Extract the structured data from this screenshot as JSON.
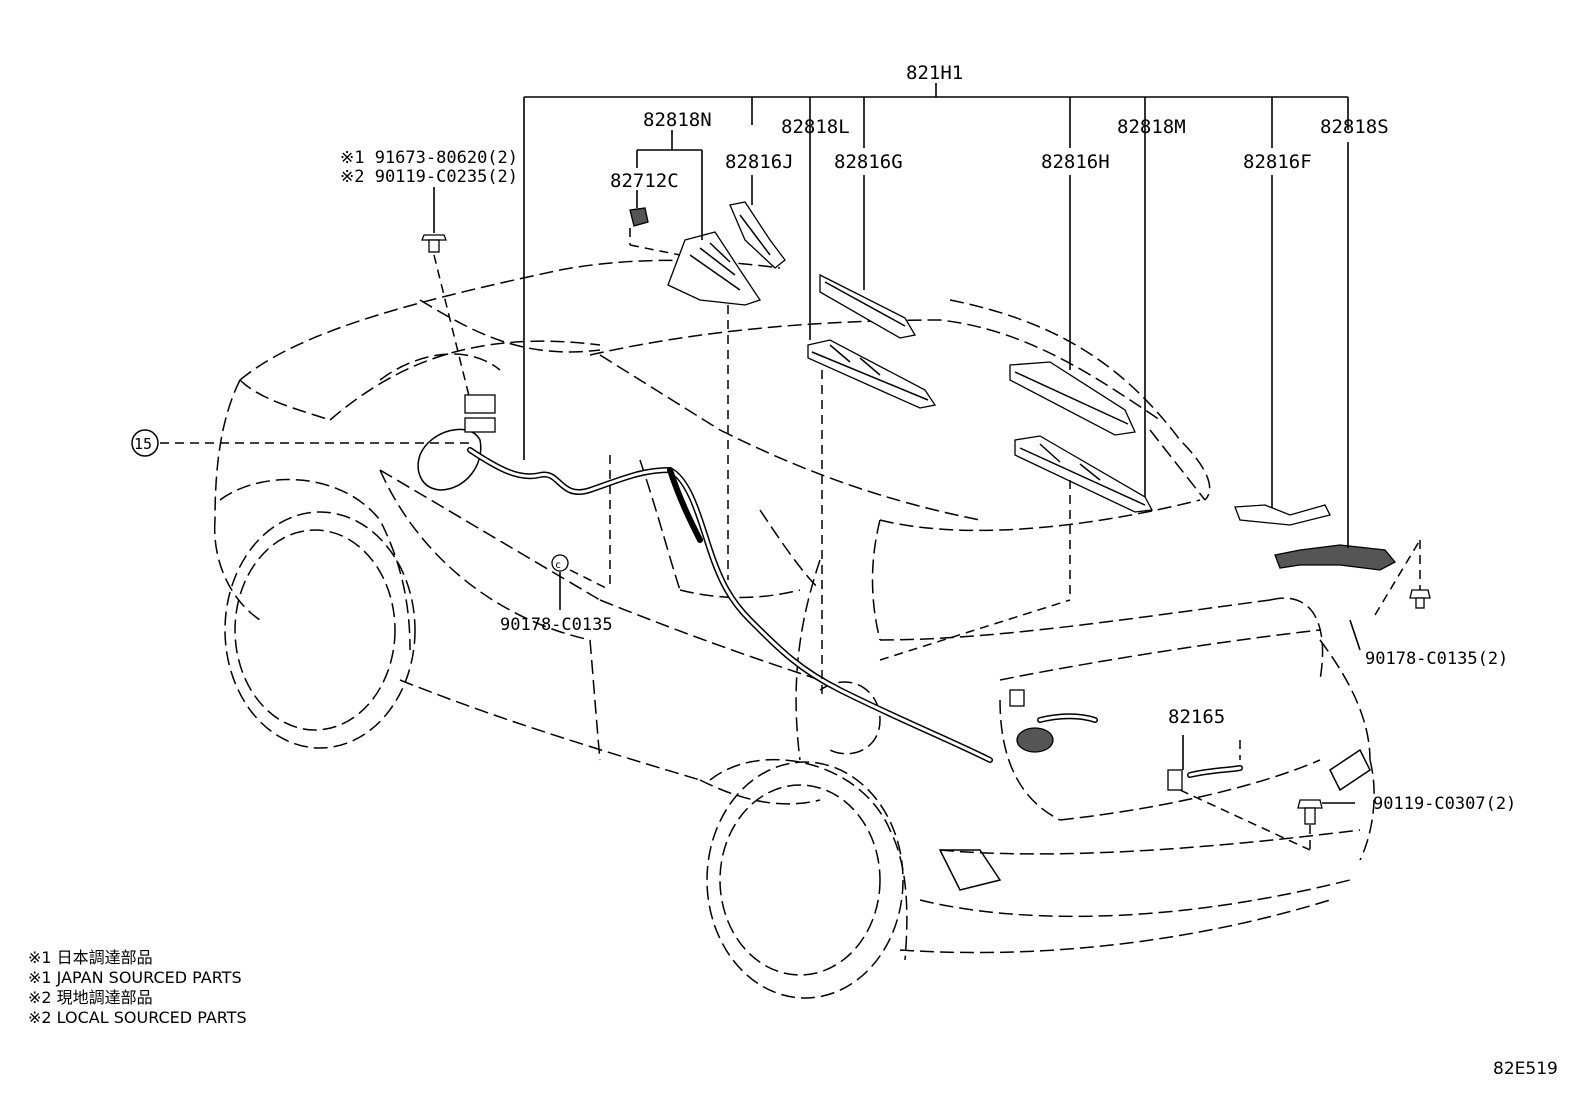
{
  "diagram": {
    "parts": {
      "main_assembly": "821H1",
      "p82818N": "82818N",
      "p82712C": "82712C",
      "p82816J": "82816J",
      "p82818L": "82818L",
      "p82816G": "82816G",
      "p82816H": "82816H",
      "p82818M": "82818M",
      "p82816F": "82816F",
      "p82818S": "82818S",
      "p82165": "82165",
      "bolt_91673": "※1 91673-80620(2)",
      "bolt_90119_c0235": "※2 90119-C0235(2)",
      "clip_90178_front": "90178-C0135",
      "clip_90178_rear": "90178-C0135(2)",
      "bolt_90119_c0307": "90119-C0307(2)",
      "ref_15": "15"
    },
    "notes": [
      "※1 日本調達部品",
      "※1 JAPAN SOURCED PARTS",
      "※2 現地調達部品",
      "※2 LOCAL SOURCED PARTS"
    ],
    "diagram_code": "82E519"
  }
}
